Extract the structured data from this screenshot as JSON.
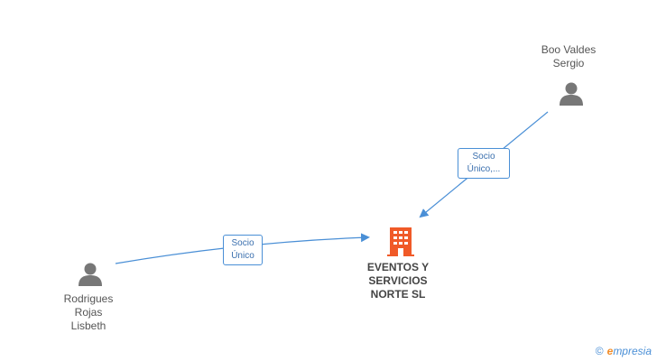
{
  "nodes": {
    "person_top": {
      "label": "Boo Valdes\nSergio",
      "icon": "person-icon"
    },
    "person_left": {
      "label": "Rodrigues\nRojas\nLisbeth",
      "icon": "person-icon"
    },
    "company": {
      "label": "EVENTOS Y\nSERVICIOS\nNORTE SL",
      "icon": "building-icon"
    }
  },
  "edges": {
    "top_to_company": {
      "label": "Socio\nÚnico,..."
    },
    "left_to_company": {
      "label": "Socio\nÚnico"
    }
  },
  "colors": {
    "person": "#777777",
    "company": "#f05a28",
    "edge": "#4a8fd6"
  },
  "watermark": {
    "symbol": "©",
    "initial": "e",
    "text": "mpresia"
  }
}
